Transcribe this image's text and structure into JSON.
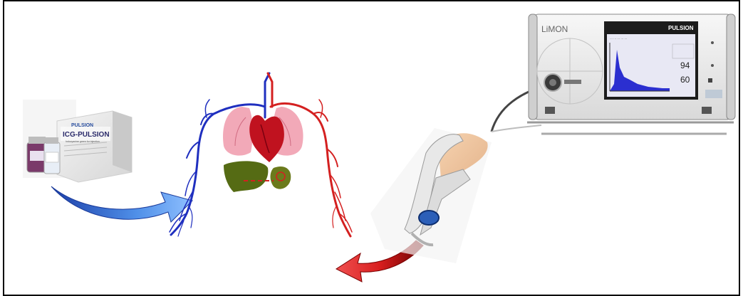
{
  "diagram": {
    "drug_box": {
      "brand": "PULSION",
      "product": "ICG-PULSION",
      "subtitle": "Indocyanine green for injection"
    },
    "monitor": {
      "model": "LiMON",
      "brand": "PULSION",
      "readout_1": "94",
      "readout_2": "60"
    },
    "colors": {
      "frame": "#000000",
      "vein": "#1f2fbf",
      "artery": "#d42020",
      "arrow_blue": "#3a7bd5",
      "arrow_red": "#d81e1e",
      "lung": "#f2a9b8",
      "heart": "#c0121f",
      "liver": "#556b14",
      "screen_bg": "#e8e8f4",
      "screen_curve": "#2b2fd0"
    }
  }
}
